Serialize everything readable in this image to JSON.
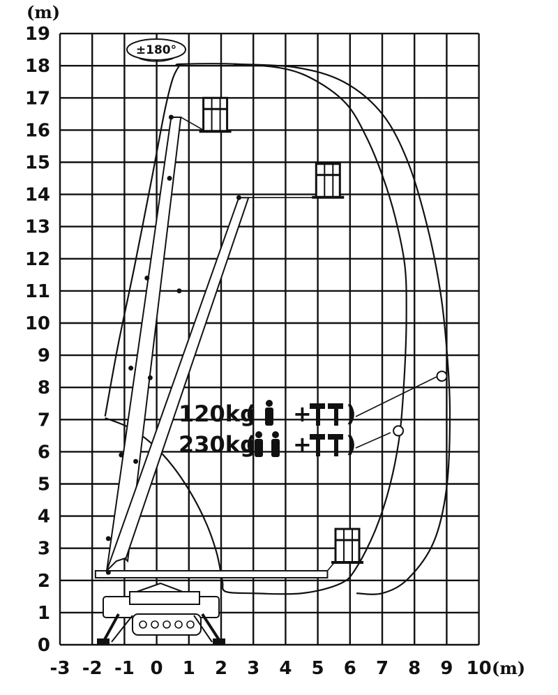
{
  "axes": {
    "y_unit": "(m)",
    "x_unit": "(m)",
    "x_ticks": [
      "-3",
      "-2",
      "-1",
      "0",
      "1",
      "2",
      "3",
      "4",
      "5",
      "6",
      "7",
      "8",
      "9",
      "10"
    ],
    "y_ticks": [
      "0",
      "1",
      "2",
      "3",
      "4",
      "5",
      "6",
      "7",
      "8",
      "9",
      "10",
      "11",
      "12",
      "13",
      "14",
      "15",
      "16",
      "17",
      "18",
      "19"
    ],
    "xlim": [
      -3,
      10
    ],
    "ylim": [
      0,
      19
    ]
  },
  "rotation_label": "±180°",
  "loads": [
    {
      "weight": "120kg",
      "paren_open": "(",
      "paren_close": ")",
      "plus": "+",
      "persons": 1,
      "tools": 2
    },
    {
      "weight": "230kg",
      "paren_open": "(",
      "paren_close": ")",
      "plus": "+",
      "persons": 2,
      "tools": 2
    }
  ],
  "outreach_markers": [
    {
      "load": "120kg",
      "x": 8.85,
      "y": 8.35
    },
    {
      "load": "230kg",
      "x": 7.5,
      "y": 6.65
    }
  ],
  "envelopes": {
    "outer_230kg": [
      [
        0.7,
        18
      ],
      [
        0.75,
        18.05
      ],
      [
        2.5,
        18.05
      ],
      [
        4,
        17.9
      ],
      [
        5,
        17.5
      ],
      [
        5.9,
        16.8
      ],
      [
        6.5,
        15.8
      ],
      [
        7,
        14.6
      ],
      [
        7.4,
        13.3
      ],
      [
        7.7,
        11.8
      ],
      [
        7.75,
        10.3
      ],
      [
        7.7,
        8.6
      ],
      [
        7.55,
        6.6
      ],
      [
        7.25,
        5
      ],
      [
        6.8,
        3.6
      ],
      [
        6.2,
        2.4
      ],
      [
        5.7,
        1.9
      ],
      [
        4.5,
        1.6
      ],
      [
        3,
        1.6
      ],
      [
        2.15,
        1.65
      ],
      [
        2.05,
        1.9
      ]
    ],
    "outer_120kg": [
      [
        2.4,
        18.05
      ],
      [
        4.3,
        17.95
      ],
      [
        5.8,
        17.5
      ],
      [
        7,
        16.5
      ],
      [
        7.8,
        15
      ],
      [
        8.4,
        13
      ],
      [
        8.8,
        11
      ],
      [
        9,
        9.2
      ],
      [
        9.1,
        7.2
      ],
      [
        9,
        4.9
      ],
      [
        8.6,
        3.2
      ],
      [
        7.8,
        2.05
      ],
      [
        7,
        1.6
      ],
      [
        6.2,
        1.6
      ]
    ],
    "left_boundary": [
      [
        0.7,
        18
      ],
      [
        0.5,
        17.6
      ],
      [
        0.25,
        16.6
      ],
      [
        -0.15,
        14.5
      ],
      [
        -0.7,
        11.7
      ],
      [
        -1.2,
        9.3
      ],
      [
        -1.6,
        7.1
      ]
    ],
    "swing_arc": [
      [
        -1.6,
        7.05
      ],
      [
        -0.85,
        6.75
      ],
      [
        -0.15,
        6.25
      ],
      [
        0.5,
        5.55
      ],
      [
        1.1,
        4.65
      ],
      [
        1.55,
        3.75
      ],
      [
        1.85,
        2.9
      ],
      [
        2.0,
        2.2
      ],
      [
        2.05,
        1.9
      ]
    ]
  },
  "booms": {
    "max_height": [
      [
        -1.2,
        2.9
      ],
      [
        -1.55,
        2.3
      ],
      [
        0.45,
        16.4
      ],
      [
        0.75,
        16.4
      ],
      [
        -0.9,
        2.6
      ]
    ],
    "mid_reach": [
      [
        -1.25,
        2.6
      ],
      [
        -1.55,
        2.3
      ],
      [
        2.55,
        13.9
      ],
      [
        2.85,
        13.9
      ],
      [
        -0.95,
        2.7
      ]
    ],
    "max_reach": [
      [
        -1.9,
        2.15
      ],
      [
        5.3,
        2.3
      ]
    ]
  },
  "platforms": [
    {
      "pos": "top"
    },
    {
      "pos": "mid"
    },
    {
      "pos": "low"
    }
  ]
}
